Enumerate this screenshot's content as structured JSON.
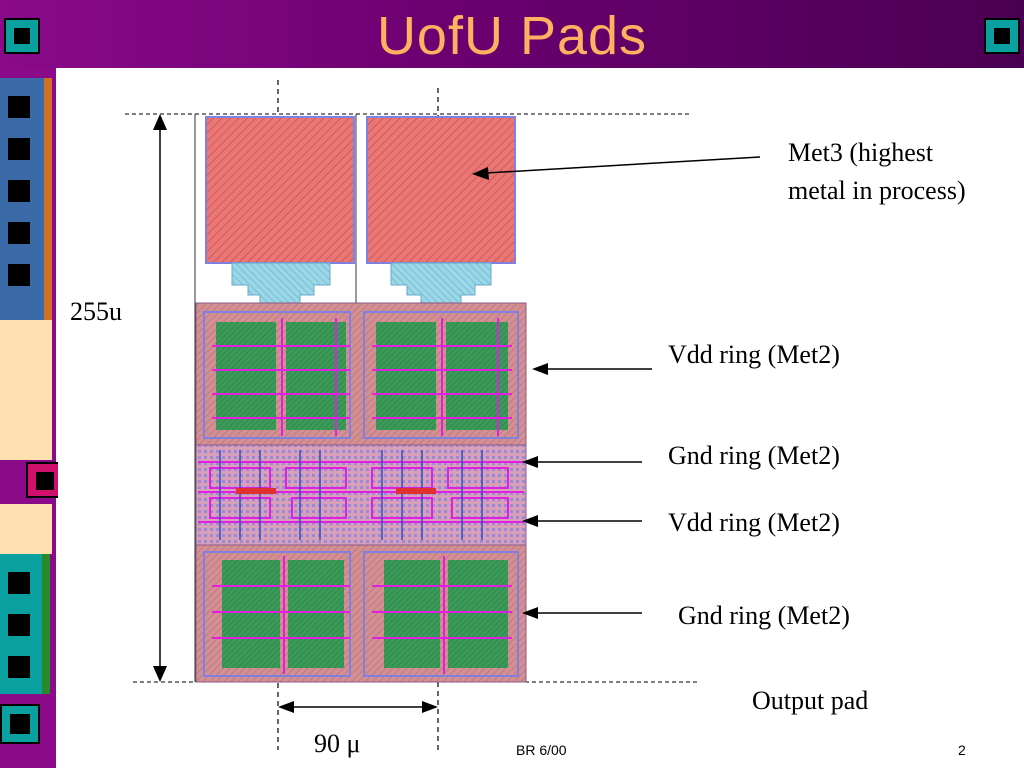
{
  "slide": {
    "title": "UofU  Pads",
    "footer_date": "BR 6/00",
    "footer_page": "2"
  },
  "diagram": {
    "height_label": "255u",
    "width_label": "90 μ",
    "labels": {
      "met3_line1": "Met3 (highest",
      "met3_line2": "metal in process)",
      "vdd_ring_1": "Vdd ring (Met2)",
      "gnd_ring_1": "Gnd ring (Met2)",
      "vdd_ring_2": "Vdd ring (Met2)",
      "gnd_ring_2": "Gnd ring (Met2)",
      "output_pad": "Output pad"
    }
  },
  "colors": {
    "title_bar": "#7a0a80",
    "title_text": "#ffb060",
    "met3": "#e87070",
    "met2_ring": "#d08a8a",
    "met1_green": "#3a9a5a",
    "poly_magenta": "#e020e0",
    "via_blue": "#6a8ae8",
    "teal": "#0aa0a0"
  }
}
